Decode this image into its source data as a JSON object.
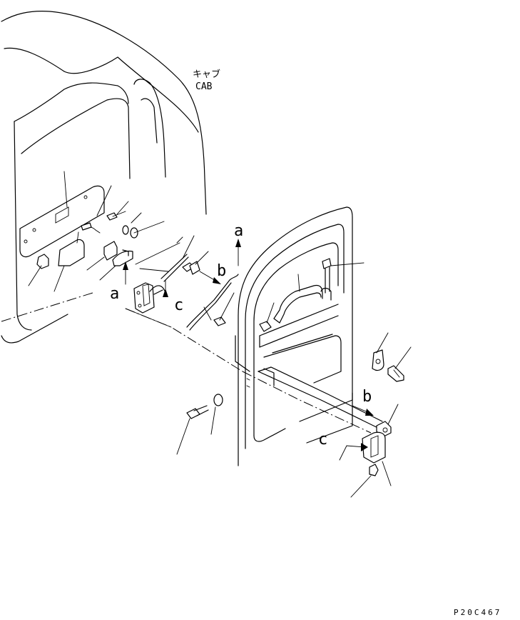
{
  "labels": {
    "cab_jp": "キャブ",
    "cab_en": "CAB",
    "figure_code": "P20C467"
  },
  "callouts": {
    "a": "a",
    "b": "b",
    "c": "c"
  }
}
